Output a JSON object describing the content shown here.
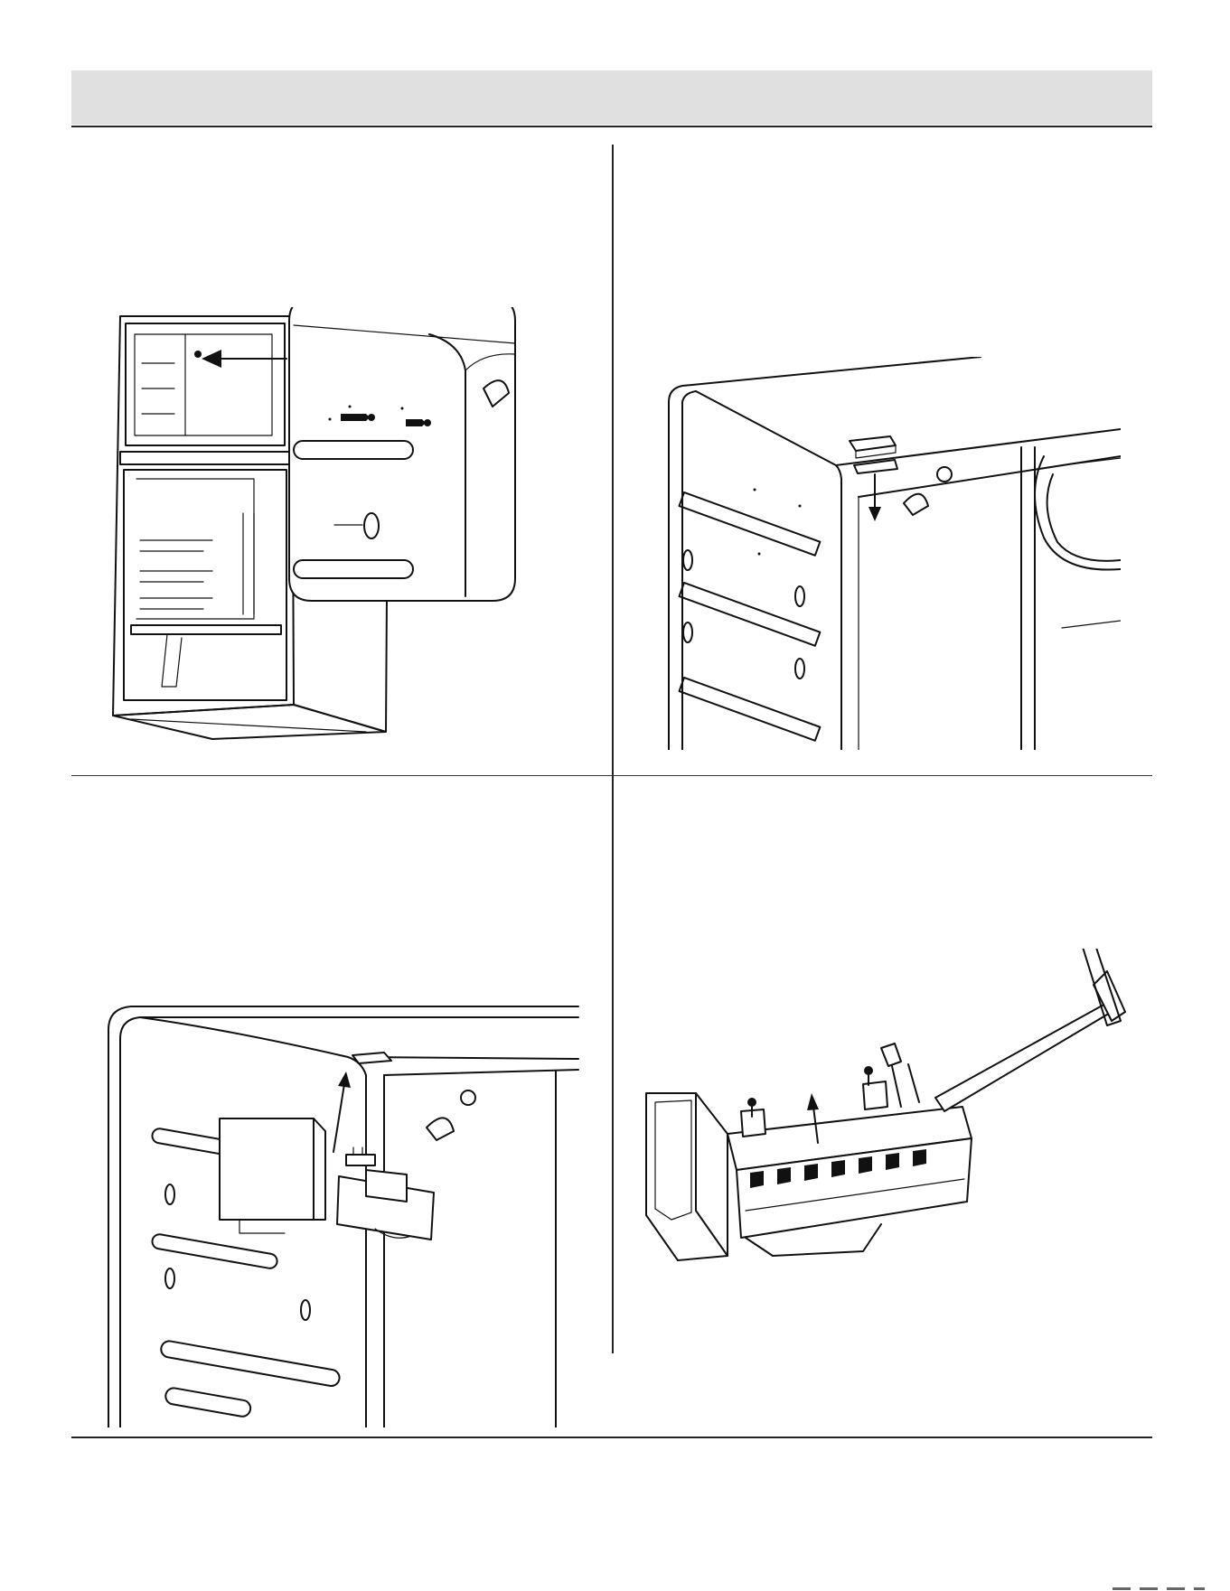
{
  "page": {
    "figures": [
      {
        "id": "figure-1",
        "icons": [
          "screw-icon",
          "arrow-icon"
        ]
      },
      {
        "id": "figure-2",
        "icons": [
          "arrow-down-icon"
        ]
      },
      {
        "id": "figure-3",
        "icons": [
          "arrow-up-icon"
        ]
      },
      {
        "id": "figure-4",
        "icons": [
          "screw-icon",
          "arrow-up-icon"
        ]
      }
    ]
  },
  "colors": {
    "header_band": "#e0e0e0",
    "rules": "#222222"
  }
}
